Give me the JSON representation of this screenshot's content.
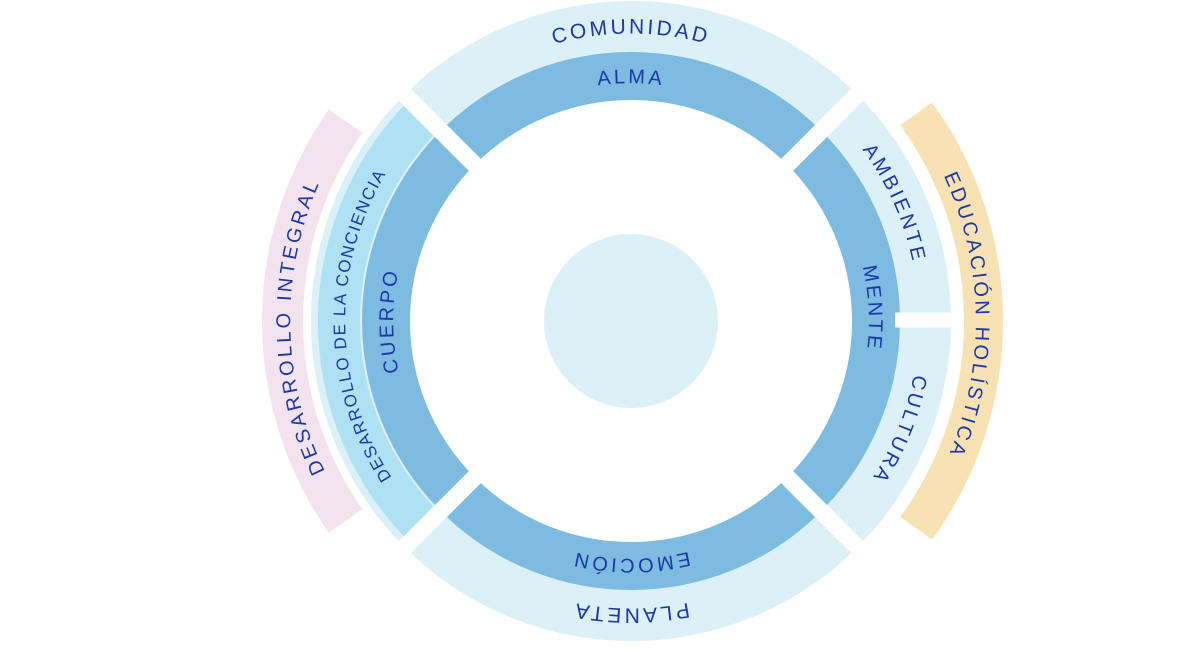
{
  "colors": {
    "inner_ring": "#7dbbe1",
    "outer_ring": "#dcf0f7",
    "conciencia_ring": "#afe1f4",
    "integral_arc": "#f3e3ee",
    "holistica_arc": "#f8e1b2",
    "center": "#dcf0f7",
    "text": "#1b38a6"
  },
  "inner_ring": {
    "top": "ALMA",
    "right": "MENTE",
    "bottom": "EMOCIÓN",
    "left": "CUERPO"
  },
  "outer_ring": {
    "top": "COMUNIDAD",
    "right_upper": "AMBIENTE",
    "right_lower": "CULTURA",
    "bottom": "PLANETA",
    "left": "DESARROLLO DE LA CONCIENCIA"
  },
  "side_arcs": {
    "left": "DESARROLLO INTEGRAL",
    "right": "EDUCACIÓN HOLÍSTICA"
  }
}
